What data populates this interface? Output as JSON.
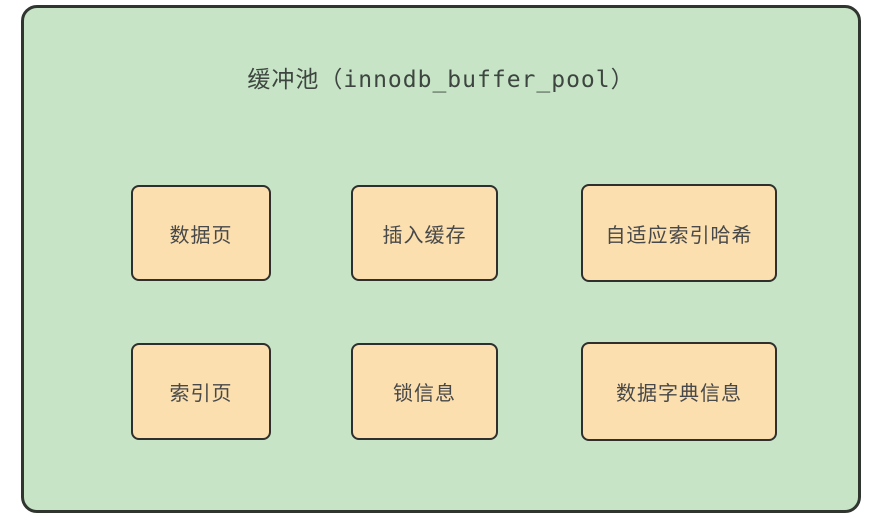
{
  "diagram": {
    "title": "缓冲池（innodb_buffer_pool）",
    "rows": [
      {
        "boxes": [
          {
            "label": "数据页"
          },
          {
            "label": "插入缓存"
          },
          {
            "label": "自适应索引哈希"
          }
        ]
      },
      {
        "boxes": [
          {
            "label": "索引页"
          },
          {
            "label": "锁信息"
          },
          {
            "label": "数据字典信息"
          }
        ]
      }
    ],
    "colors": {
      "container_fill": "#c7e5c6",
      "container_border": "#30352f",
      "box_fill": "#fcdfae",
      "box_border": "#2f2f2d",
      "title_text": "#3e4540",
      "box_text": "#47484a",
      "page_background": "#ffffff"
    }
  }
}
